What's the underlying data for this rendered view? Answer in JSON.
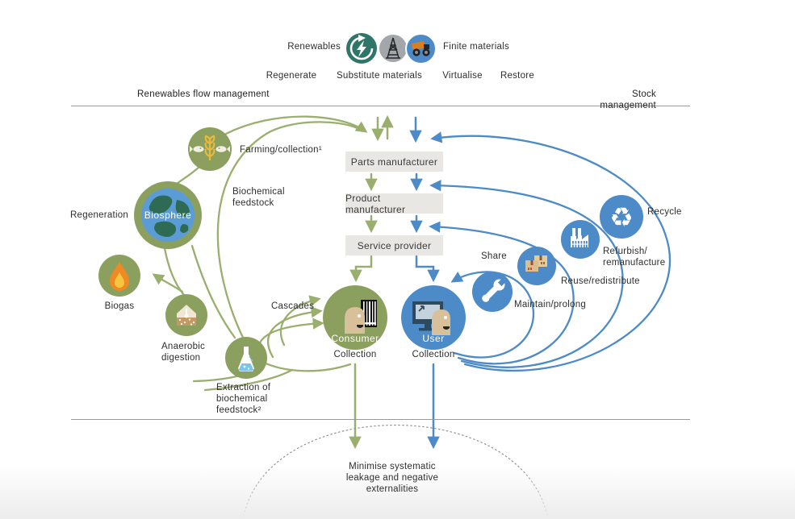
{
  "legend": {
    "renewables": "Renewables",
    "finite": "Finite materials",
    "strategies": [
      "Regenerate",
      "Substitute materials",
      "Virtualise",
      "Restore"
    ]
  },
  "sections": {
    "left": "Renewables flow management",
    "right": "Stock management"
  },
  "chain": {
    "parts": "Parts manufacturer",
    "product": "Product manufacturer",
    "service": "Service provider"
  },
  "biological": {
    "farming": "Farming/collection¹",
    "biochemical_feedstock": "Biochemical\nfeedstock",
    "regeneration": "Regeneration",
    "biosphere": "Biosphere",
    "biogas": "Biogas",
    "anaerobic_digestion": "Anaerobic\ndigestion",
    "extraction": "Extraction of\nbiochemical\nfeedstock²",
    "cascades": "Cascades",
    "consumer": "Consumer",
    "collection": "Collection"
  },
  "technical": {
    "user": "User",
    "collection": "Collection",
    "share": "Share",
    "maintain": "Maintain/prolong",
    "reuse": "Reuse/redistribute",
    "refurbish": "Refurbish/\nremanufacture",
    "recycle": "Recycle"
  },
  "footer": {
    "leakage": "Minimise systematic\nleakage and negative\nexternalities"
  },
  "colors": {
    "green_line": "#9AAE6E",
    "green_fill": "#8BA05F",
    "blue": "#4D8BC8",
    "teal": "#2F7569",
    "gray_circle": "#A3A7AA",
    "box_bg": "#E9E7E3"
  },
  "icons": {
    "recycle_glyph": "♻"
  }
}
